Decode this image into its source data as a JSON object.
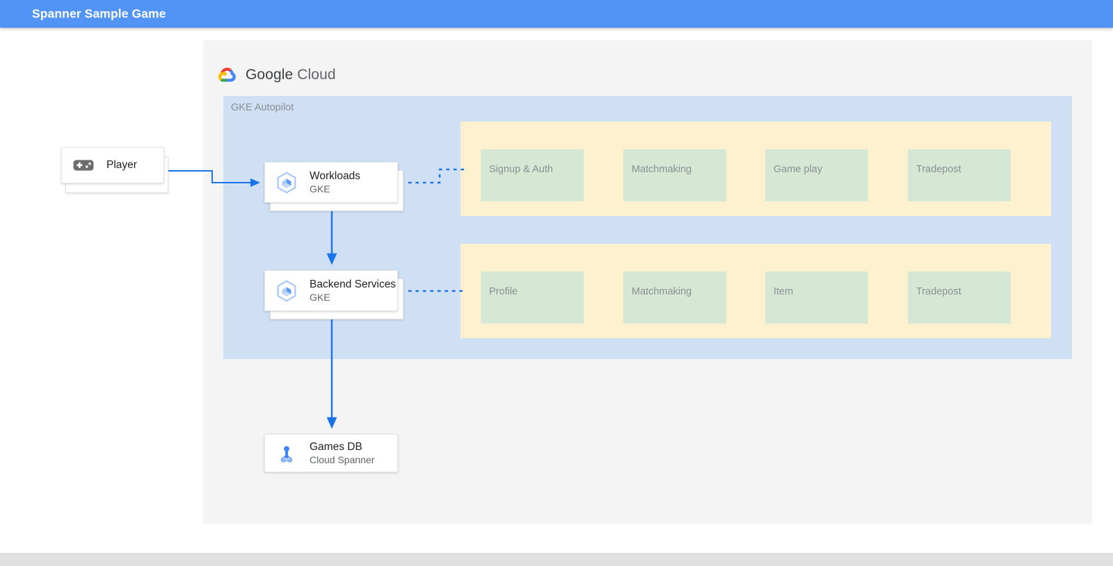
{
  "appbar": {
    "title": "Spanner Sample Game",
    "background": "#5294f5",
    "text_color": "#ffffff"
  },
  "brand": {
    "logo_icon": "google-cloud-logo-icon",
    "word_google": "Google",
    "word_cloud": "Cloud"
  },
  "diagram": {
    "panel_background": "#f4f4f4",
    "zone": {
      "label": "GKE Autopilot",
      "background": "#cfdff4"
    },
    "band_color": "#fdf1cf",
    "tile_color": "#d5e8d4",
    "connector_color": "#1a73e8",
    "nodes": [
      {
        "id": "player",
        "title": "Player",
        "subtitle": "",
        "icon": "gamepad-icon"
      },
      {
        "id": "workloads",
        "title": "Workloads",
        "subtitle": "GKE",
        "icon": "gke-hexagon-icon"
      },
      {
        "id": "backend",
        "title": "Backend Services",
        "subtitle": "GKE",
        "icon": "gke-hexagon-icon"
      },
      {
        "id": "gamesdb",
        "title": "Games DB",
        "subtitle": "Cloud Spanner",
        "icon": "cloud-spanner-icon"
      }
    ],
    "service_groups": [
      {
        "id": "workload-services",
        "tiles": [
          {
            "label": "Signup & Auth"
          },
          {
            "label": "Matchmaking"
          },
          {
            "label": "Game play"
          },
          {
            "label": "Tradepost"
          }
        ]
      },
      {
        "id": "backend-services",
        "tiles": [
          {
            "label": "Profile"
          },
          {
            "label": "Matchmaking"
          },
          {
            "label": "Item"
          },
          {
            "label": "Tradepost"
          }
        ]
      }
    ]
  },
  "footer": {
    "background": "#e0e0e0"
  }
}
